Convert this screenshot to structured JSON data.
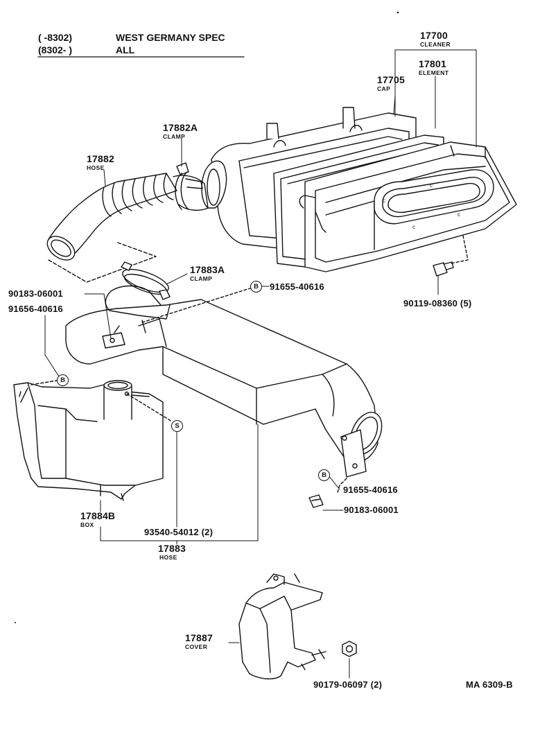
{
  "header": {
    "line1_range": "(       -8302)",
    "line1_text": "WEST GERMANY SPEC",
    "line2_range": "(8302-        )",
    "line2_text": "ALL"
  },
  "parts": [
    {
      "id": "cleaner",
      "number": "17700",
      "name": "CLEANER"
    },
    {
      "id": "element",
      "number": "17801",
      "name": "ELEMENT"
    },
    {
      "id": "cap",
      "number": "17705",
      "name": "CAP"
    },
    {
      "id": "clamp_a",
      "number": "17882A",
      "name": "CLAMP"
    },
    {
      "id": "hose",
      "number": "17882",
      "name": "HOSE"
    },
    {
      "id": "clamp_b",
      "number": "17883A",
      "name": "CLAMP"
    },
    {
      "id": "box",
      "number": "17884B",
      "name": "BOX"
    },
    {
      "id": "hose_main",
      "number": "17883",
      "name": "HOSE"
    },
    {
      "id": "cover",
      "number": "17887",
      "name": "COVER"
    }
  ],
  "fasteners": [
    {
      "id": "f1",
      "number": "90119-08360 (5)"
    },
    {
      "id": "f2",
      "number": "91655-40616"
    },
    {
      "id": "f3",
      "number": "90183-06001"
    },
    {
      "id": "f4",
      "number": "91656-40616"
    },
    {
      "id": "f5",
      "number": "93540-54012 (2)"
    },
    {
      "id": "f6",
      "number": "91655-40616"
    },
    {
      "id": "f7",
      "number": "90183-06001"
    },
    {
      "id": "f8",
      "number": "90179-06097 (2)"
    }
  ],
  "markers": {
    "b": "B",
    "s": "S"
  },
  "figure_code": "MA 6309-B"
}
